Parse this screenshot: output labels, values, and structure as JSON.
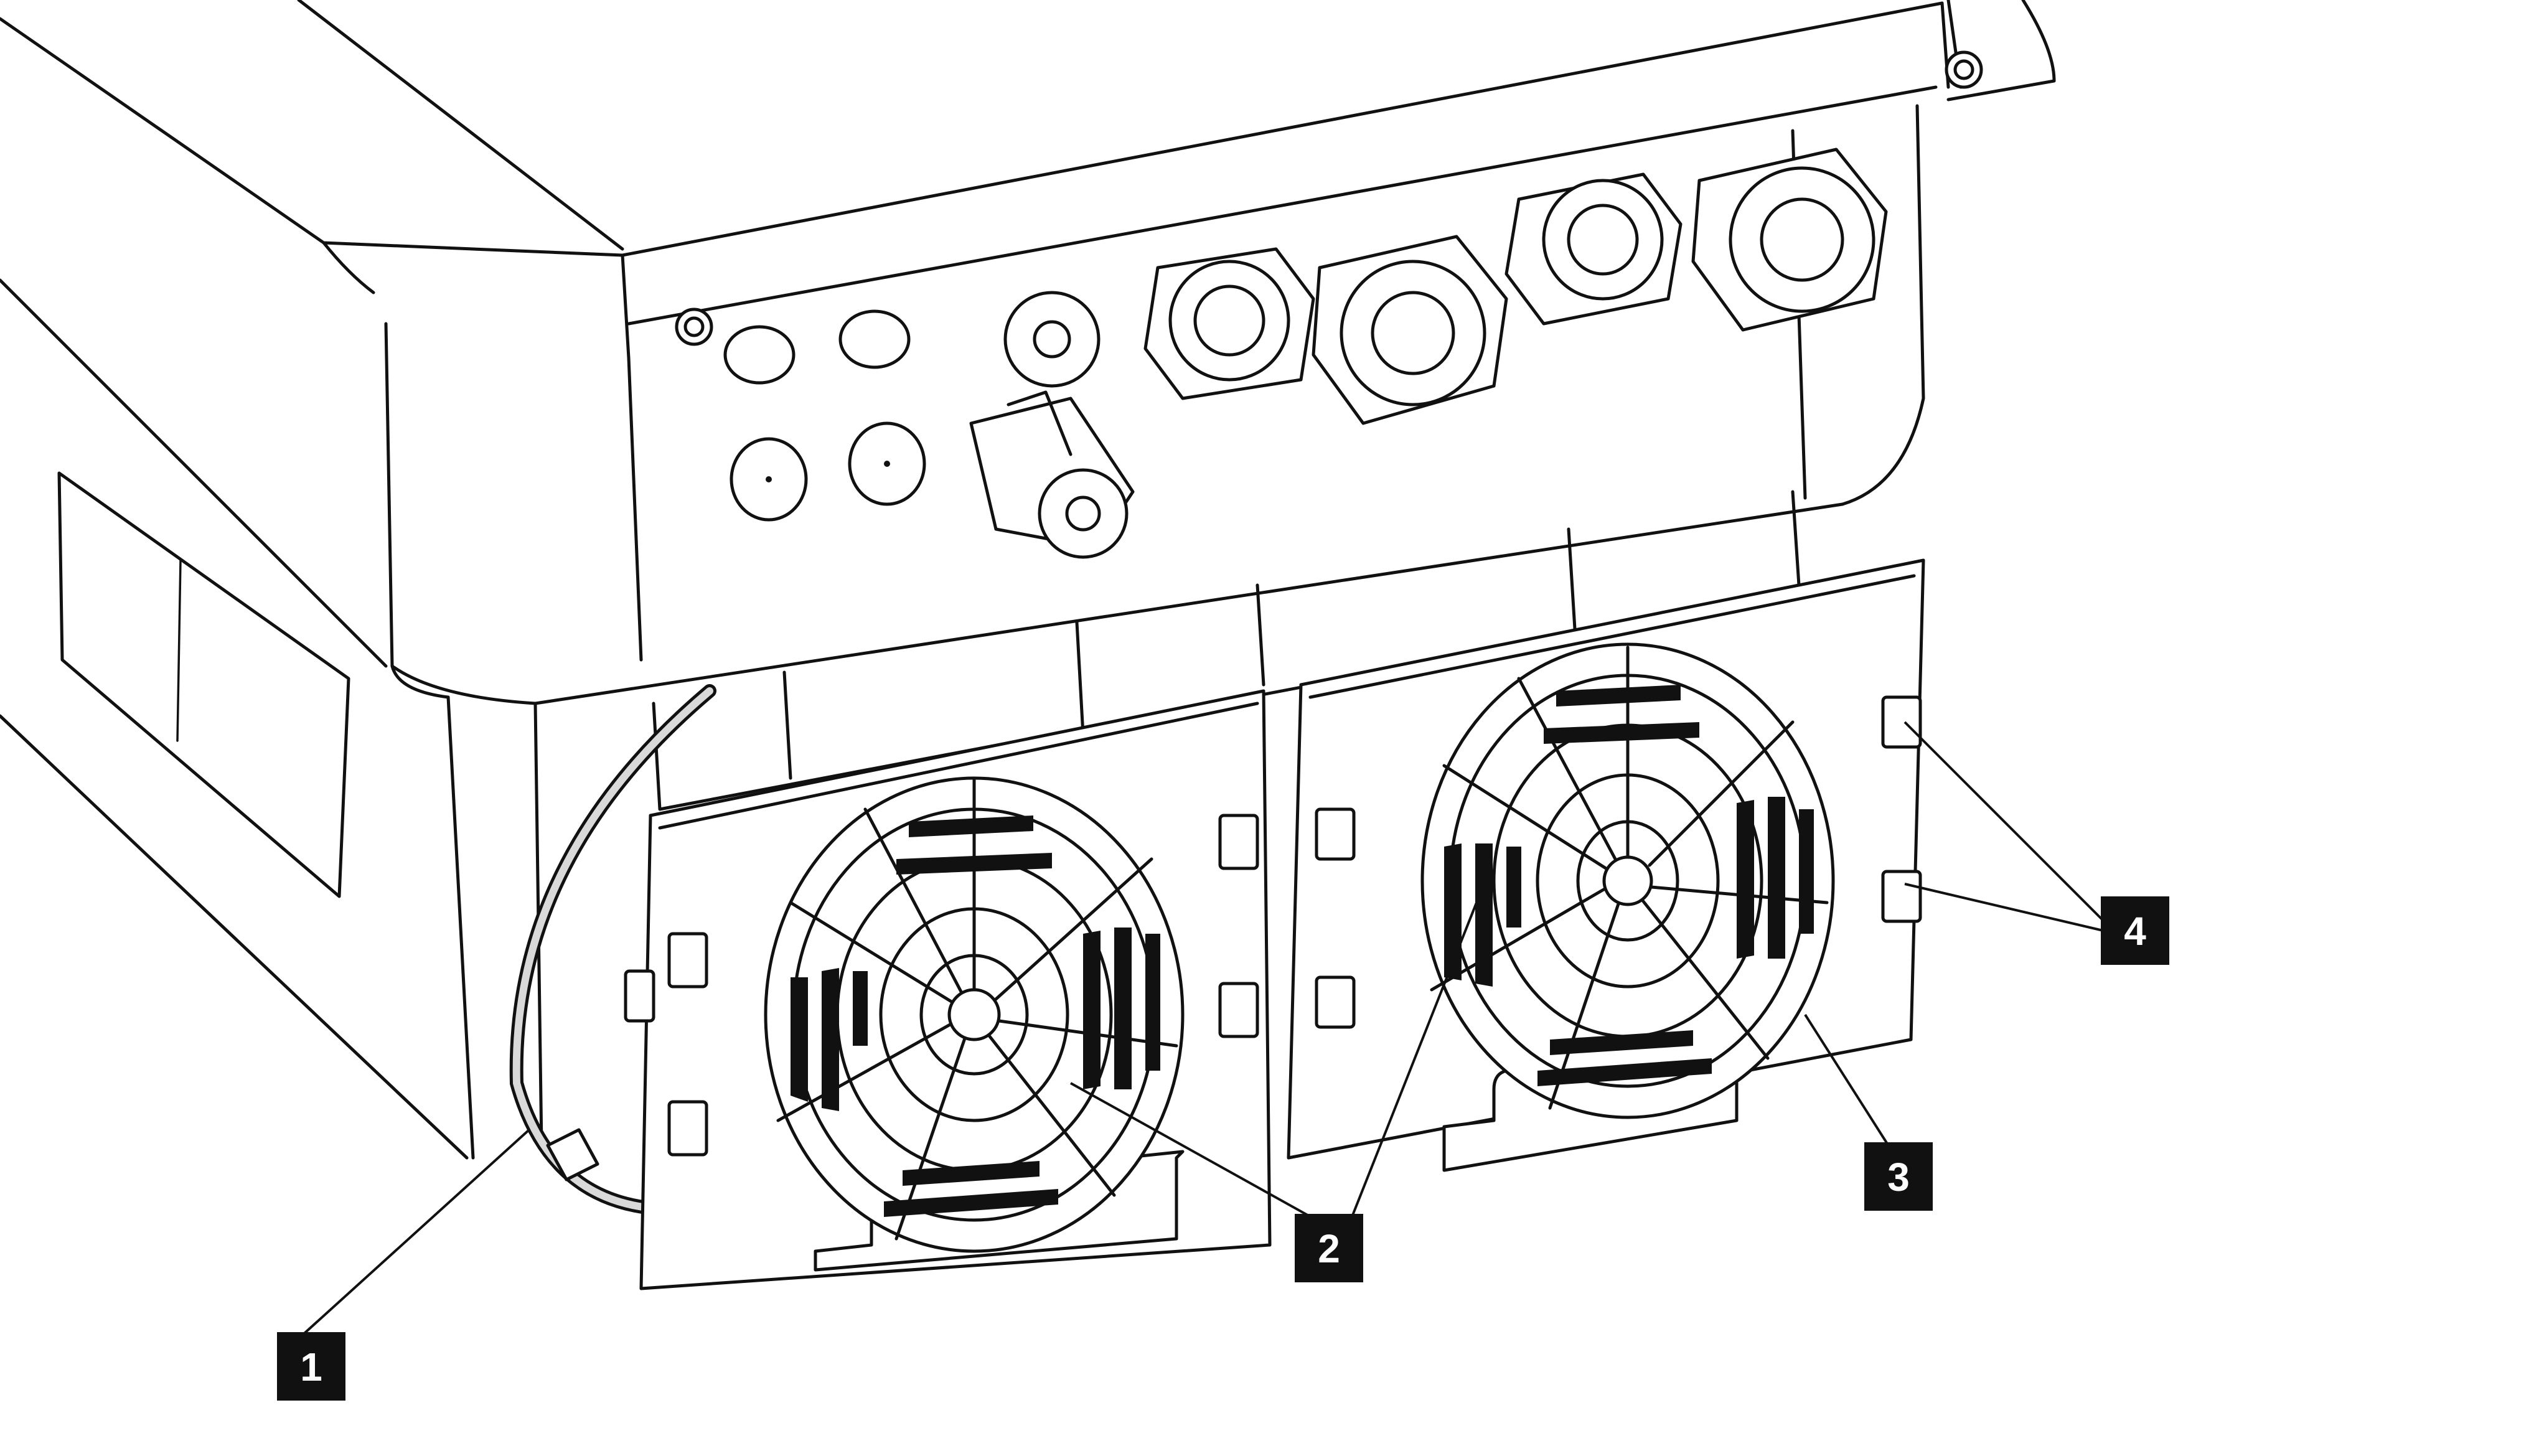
{
  "callouts": [
    {
      "id": "1",
      "label": "1"
    },
    {
      "id": "2",
      "label": "2"
    },
    {
      "id": "3",
      "label": "3"
    },
    {
      "id": "4",
      "label": "4"
    }
  ],
  "colors": {
    "line": "#111111",
    "background": "#ffffff",
    "callout_fill": "#111111",
    "callout_text": "#ffffff",
    "cable_fill": "#d9d9d9"
  }
}
